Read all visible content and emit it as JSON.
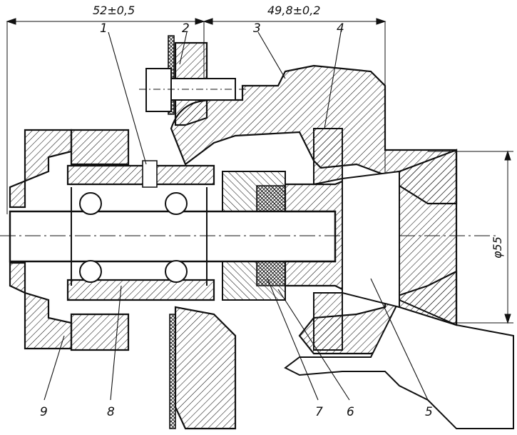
{
  "dimensions": {
    "left": "52±0,5",
    "right": "49,8±0,2",
    "diameter": "φ55"
  },
  "callouts": [
    {
      "id": "1",
      "text": "1"
    },
    {
      "id": "2",
      "text": "2"
    },
    {
      "id": "3",
      "text": "3"
    },
    {
      "id": "4",
      "text": "4"
    },
    {
      "id": "5",
      "text": "5"
    },
    {
      "id": "6",
      "text": "6"
    },
    {
      "id": "7",
      "text": "7"
    },
    {
      "id": "8",
      "text": "8"
    },
    {
      "id": "9",
      "text": "9"
    }
  ],
  "colors": {
    "ink": "#111111",
    "paper": "#ffffff"
  }
}
